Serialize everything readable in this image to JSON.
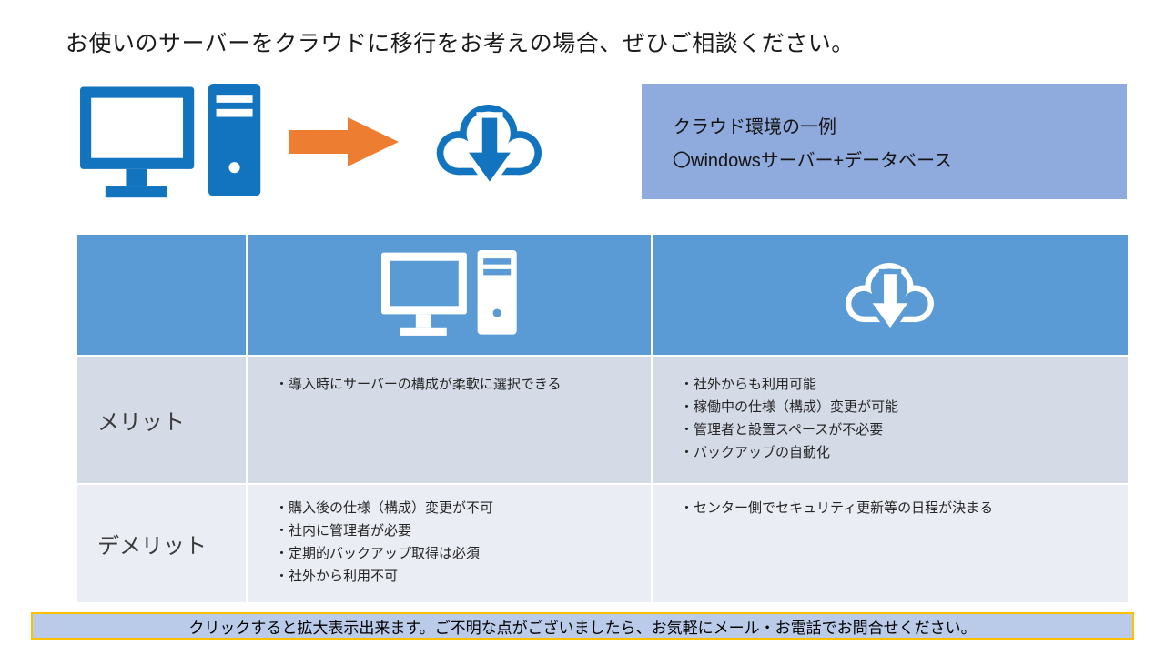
{
  "title": "お使いのサーバーをクラウドに移行をお考えの場合、ぜひご相談ください。",
  "diagram": {
    "icons": [
      "computer-icon",
      "arrow-right-icon",
      "cloud-download-icon"
    ]
  },
  "info_box": {
    "line1": "クラウド環境の一例",
    "line2": "〇windowsサーバー+データベース"
  },
  "table": {
    "header_icons": [
      "computer-icon",
      "cloud-download-icon"
    ],
    "rows": [
      {
        "label": "メリット",
        "onpremise": [
          "・導入時にサーバーの構成が柔軟に選択できる"
        ],
        "cloud": [
          "・社外からも利用可能",
          "・稼働中の仕様（構成）変更が可能",
          "・管理者と設置スペースが不必要",
          "・バックアップの自動化"
        ]
      },
      {
        "label": "デメリット",
        "onpremise": [
          "・購入後の仕様（構成）変更が不可",
          "・社内に管理者が必要",
          "・定期的バックアップ取得は必須",
          "・社外から利用不可"
        ],
        "cloud": [
          "・センター側でセキュリティ更新等の日程が決まる"
        ]
      }
    ]
  },
  "footer": {
    "text": "クリックすると拡大表示出来ます。ご不明な点がございましたら、お気軽にメール・お電話でお問合せください。"
  },
  "colors": {
    "accent_blue": "#1274BF",
    "header_blue": "#5B9BD5",
    "info_box_blue": "#8FAADC",
    "row_merit": "#D4DAE6",
    "row_demerit": "#EAEDF4",
    "arrow_orange": "#ED7D31",
    "footer_bg": "#B9CBE8",
    "footer_border": "#FFC000",
    "text_dark": "#262626"
  }
}
